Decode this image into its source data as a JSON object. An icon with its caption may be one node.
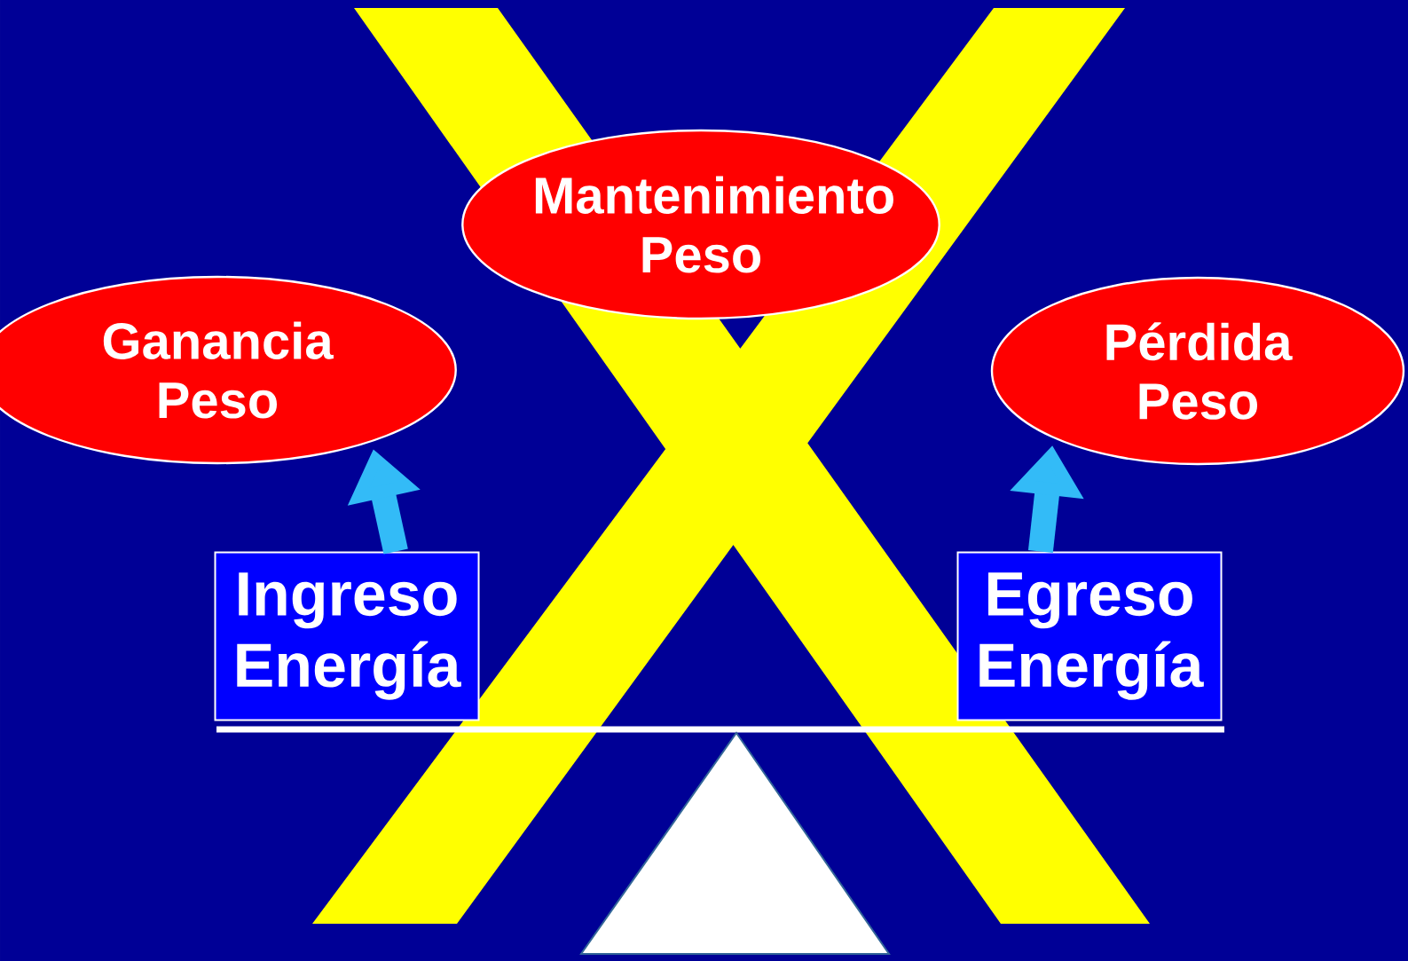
{
  "diagram": {
    "nodes": [
      {
        "text": [
          "Mantenimiento Peso"
        ]
      },
      {
        "text": [
          "Ganancia Peso"
        ]
      },
      {
        "text": [
          "Pérdida Peso"
        ]
      },
      {
        "text": [
          "Ingreso Energía"
        ]
      },
      {
        "text": [
          "Egreso Energía"
        ]
      }
    ],
    "edges": [
      {
        "from": 3,
        "to": 1,
        "arrow": "to"
      },
      {
        "from": 4,
        "to": 2,
        "arrow": "to"
      }
    ]
  }
}
